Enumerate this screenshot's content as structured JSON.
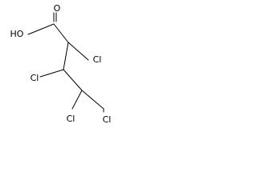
{
  "molecule": {
    "atoms": {
      "oh": "HO",
      "o": "O",
      "cl_c2": "Cl",
      "cl_c3": "Cl",
      "cl_c4": "Cl",
      "cl_c5": "Cl"
    }
  }
}
